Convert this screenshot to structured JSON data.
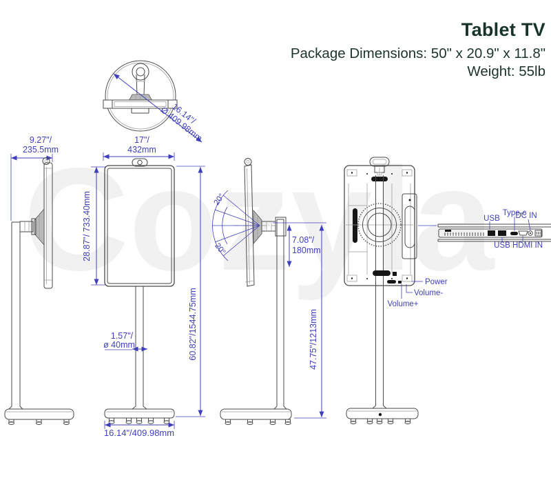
{
  "header": {
    "title": "Tablet TV",
    "package_dimensions": "Package Dimensions: 50\" x 20.9\" x 11.8\"",
    "weight": "Weight: 55lb"
  },
  "watermark": "Cozyla",
  "colors": {
    "dimension_blue": "#3f3fba",
    "line_gray": "#4a4a4a",
    "title_green": "#17332b",
    "watermark_gray": "#f1f1f1"
  },
  "dims": {
    "base_diameter": {
      "l1": "16.14\"/",
      "l2": "Ø 409.98mm"
    },
    "screen_width": {
      "l1": "17\"/",
      "l2": "432mm"
    },
    "depth": {
      "l1": "9.27\"/",
      "l2": "235.5mm"
    },
    "screen_height": "28.87\"/ 733.40mm",
    "total_height": "60.82\"/1544.75mm",
    "tilt_up": "20°",
    "tilt_down": "20°",
    "height_adjust": {
      "l1": "7.08\"/",
      "l2": "180mm"
    },
    "pole_diameter": {
      "l1": "1.57\"/",
      "l2": "ø 40mm"
    },
    "base_width": "16.14\"/409.98mm",
    "stand_height": "47.75\"/1213mm"
  },
  "ports": {
    "usb_top": "USB",
    "type_c": "Type-c",
    "dc_in": "DC IN",
    "usb_bottom": "USB",
    "hdmi_in": "HDMI IN"
  },
  "controls": {
    "power": "Power",
    "volume_minus": "Volume-",
    "volume_plus": "Volume+"
  }
}
